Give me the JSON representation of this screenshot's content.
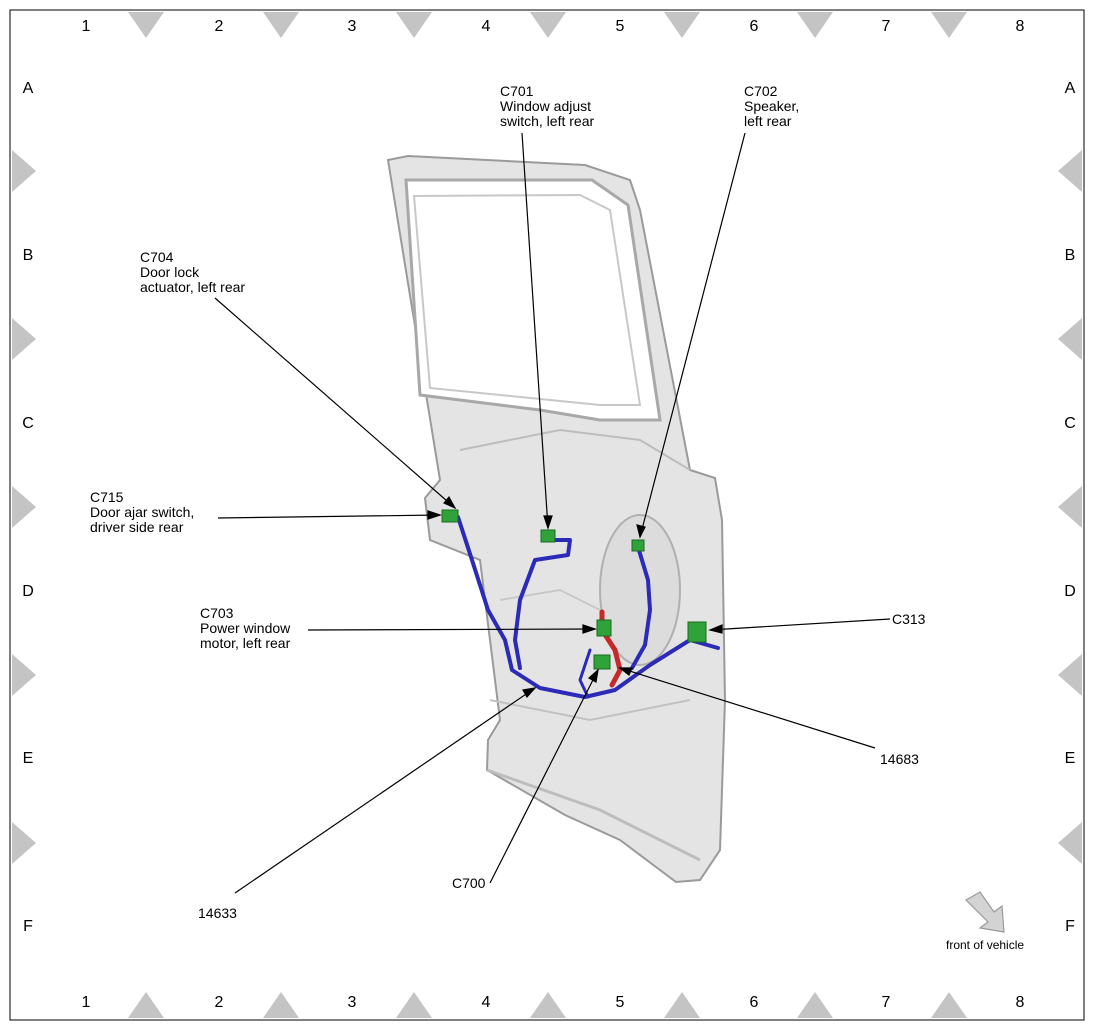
{
  "grid": {
    "columns": [
      "1",
      "2",
      "3",
      "4",
      "5",
      "6",
      "7",
      "8"
    ],
    "rows": [
      "A",
      "B",
      "C",
      "D",
      "E",
      "F"
    ]
  },
  "callouts": {
    "c701": "C701\nWindow adjust\nswitch, left rear",
    "c702": "C702\nSpeaker,\nleft rear",
    "c704": "C704\nDoor lock\nactuator, left rear",
    "c715": "C715\nDoor ajar switch,\ndriver side rear",
    "c703": "C703\nPower window\nmotor, left rear",
    "c313": "C313",
    "n14683": "14683",
    "n14633": "14633",
    "c700": "C700"
  },
  "orientation": {
    "label": "front of vehicle",
    "icon": "arrow-down-right-icon"
  },
  "colors": {
    "harness_blue": "#2b2bb8",
    "harness_red": "#c42a2a",
    "connector_green": "#2fa33a",
    "door_panel": "#e2e2e2",
    "grid_marker": "#c4c4c4"
  }
}
